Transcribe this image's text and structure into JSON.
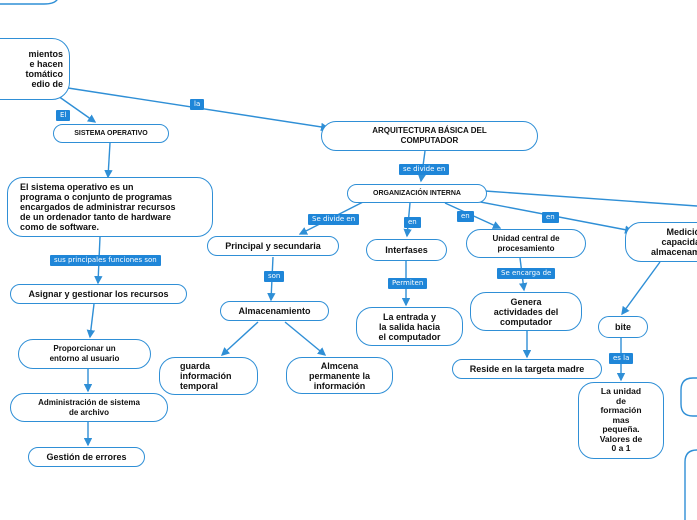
{
  "nodes": {
    "intro": "mientos\ne hacen\ntomático\nedio de",
    "so": "SISTEMA OPERATIVO",
    "arq": "ARQUITECTURA BÁSICA DEL\nCOMPUTADOR",
    "so_def": "El sistema operativo es un\nprograma o conjunto de programas\nencargados de administrar recursos\nde un ordenador tanto de hardware\ncomo de software.",
    "org": "ORGANIZACIÓN INTERNA",
    "principal": "Principal y secundaria",
    "interfases": "Interfases",
    "ucp": "Unidad central de\nprocesamiento",
    "medicion": "Medició\ncapacida\nalmacenam",
    "asignar": "Asignar y gestionar los recursos",
    "almacenamiento": "Almacenamiento",
    "entrada": "La entrada y\nla salida hacia\nel computador",
    "genera": "Genera\nactividades del\ncomputador",
    "bite": "bite",
    "entorno": "Proporcionar un\nentorno al usuario",
    "guarda": "guarda\ninformación\ntemporal",
    "almcena": "Almcena\npermanente la\ninformación",
    "reside": "Reside en la targeta madre",
    "unidad": "La unidad\nde\nformación\nmas\npequeña.\nValores de\n0 a 1",
    "archivo": "Administración de sistema\nde archivo",
    "errores": "Gestión de errores"
  },
  "labels": {
    "el": "El",
    "la": "la",
    "se_divide_en": "se divide en",
    "se_divide_en_2": "Se divide en",
    "en_1": "en",
    "en_2": "en",
    "en_3": "en",
    "sus_funciones": "sus principales funciones son",
    "son": "son",
    "permiten": "Permiten",
    "se_encarga_de": "Se encarga de",
    "es_la": "es la"
  },
  "colors": {
    "line": "#2f8fd6",
    "label_bg": "#1f86d8"
  }
}
